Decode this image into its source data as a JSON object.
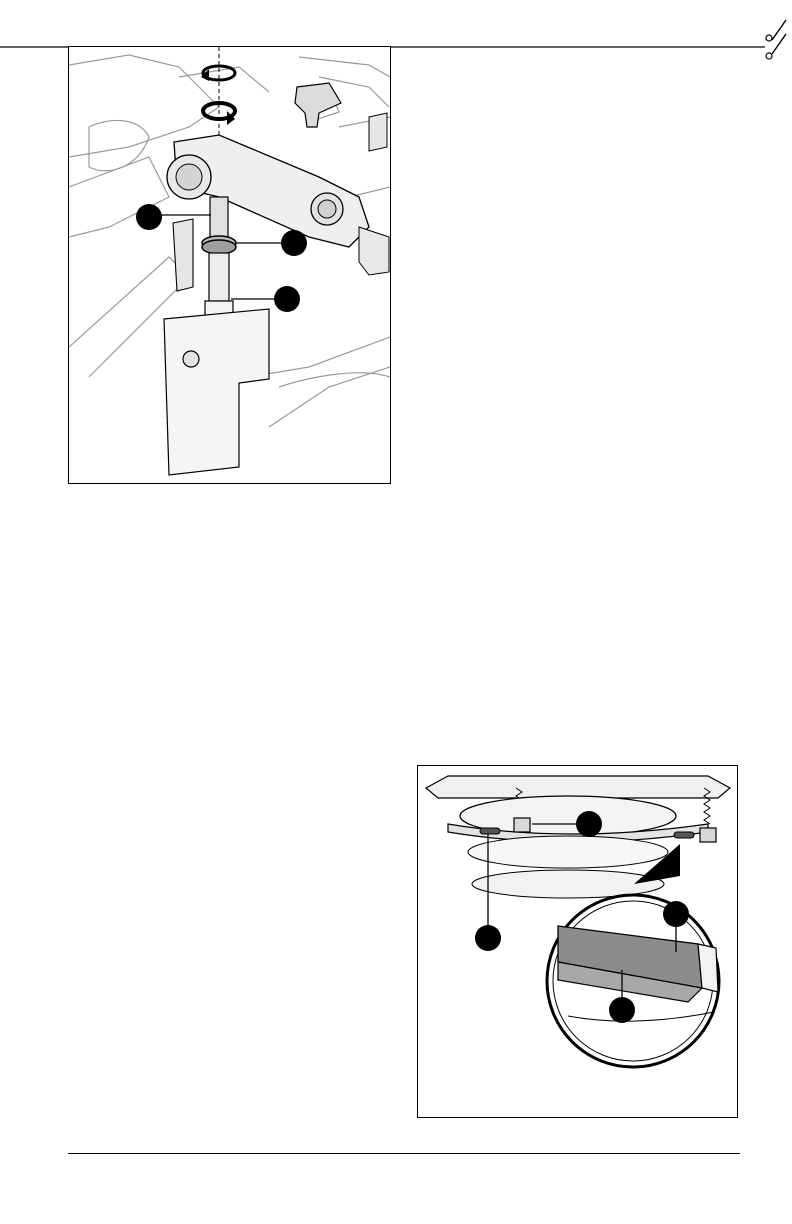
{
  "page": {
    "figures": [
      {
        "id": "linkage-adjustment-figure",
        "callout_count": 3
      },
      {
        "id": "clutch-detail-figure",
        "callout_count": 4
      }
    ]
  }
}
